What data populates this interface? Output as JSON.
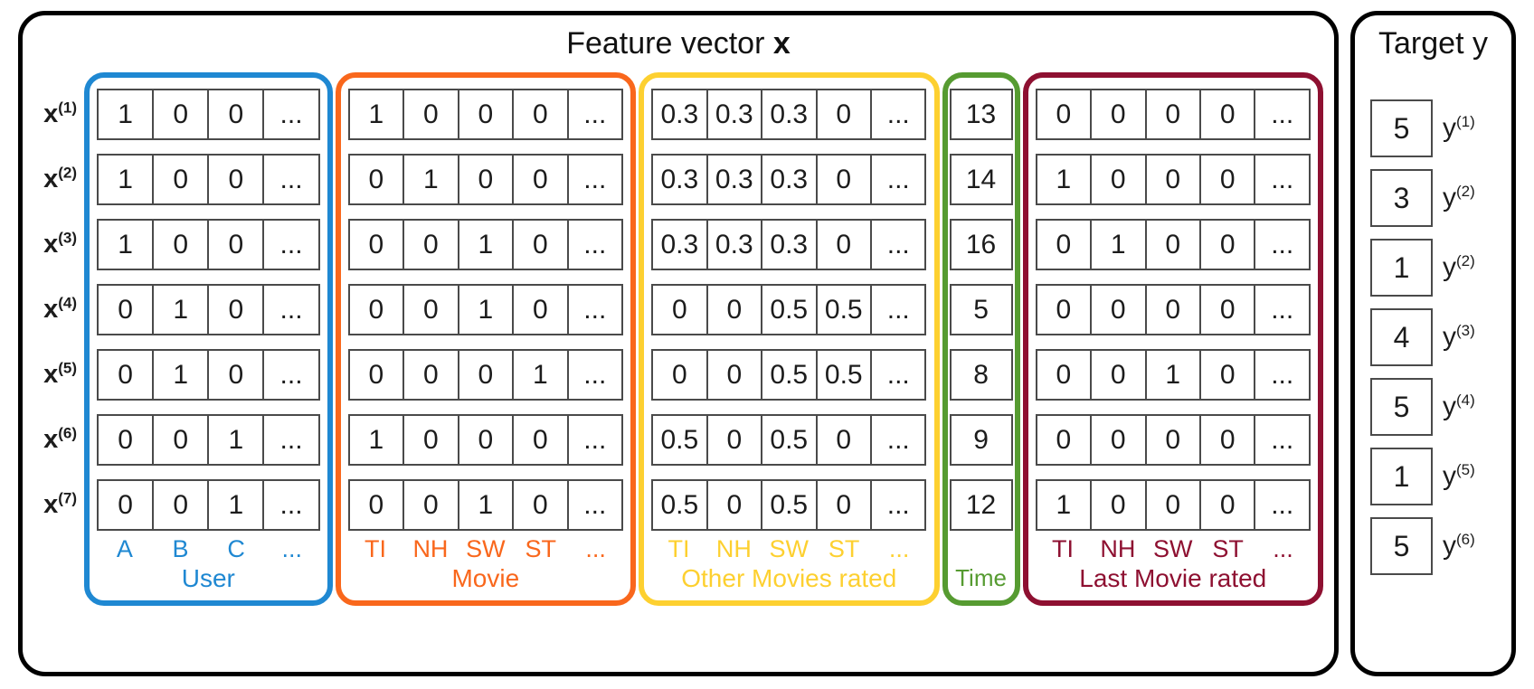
{
  "figure": {
    "main_title_prefix": "Feature vector ",
    "main_title_emphasis": "x",
    "target_title": "Target y"
  },
  "colors": {
    "blue": "#1f88d2",
    "orange": "#f9671c",
    "yellow": "#fdd030",
    "green": "#569b31",
    "maroon": "#8e1031",
    "cell_border": "#4a4a4a",
    "outline": "#000000"
  },
  "row_labels": [
    {
      "base": "x",
      "sup": "(1)"
    },
    {
      "base": "x",
      "sup": "(2)"
    },
    {
      "base": "x",
      "sup": "(3)"
    },
    {
      "base": "x",
      "sup": "(4)"
    },
    {
      "base": "x",
      "sup": "(5)"
    },
    {
      "base": "x",
      "sup": "(6)"
    },
    {
      "base": "x",
      "sup": "(7)"
    }
  ],
  "groups": [
    {
      "id": "user",
      "name": "User",
      "color_key": "blue",
      "flex": 4.05,
      "col_labels": [
        "A",
        "B",
        "C",
        "..."
      ],
      "rows": [
        [
          "1",
          "0",
          "0",
          "..."
        ],
        [
          "1",
          "0",
          "0",
          "..."
        ],
        [
          "1",
          "0",
          "0",
          "..."
        ],
        [
          "0",
          "1",
          "0",
          "..."
        ],
        [
          "0",
          "1",
          "0",
          "..."
        ],
        [
          "0",
          "0",
          "1",
          "..."
        ],
        [
          "0",
          "0",
          "1",
          "..."
        ]
      ]
    },
    {
      "id": "movie",
      "name": "Movie",
      "color_key": "orange",
      "flex": 5,
      "col_labels": [
        "TI",
        "NH",
        "SW",
        "ST",
        "..."
      ],
      "rows": [
        [
          "1",
          "0",
          "0",
          "0",
          "..."
        ],
        [
          "0",
          "1",
          "0",
          "0",
          "..."
        ],
        [
          "0",
          "0",
          "1",
          "0",
          "..."
        ],
        [
          "0",
          "0",
          "1",
          "0",
          "..."
        ],
        [
          "0",
          "0",
          "0",
          "1",
          "..."
        ],
        [
          "1",
          "0",
          "0",
          "0",
          "..."
        ],
        [
          "0",
          "0",
          "1",
          "0",
          "..."
        ]
      ]
    },
    {
      "id": "other-movies-rated",
      "name": "Other Movies rated",
      "color_key": "yellow",
      "flex": 5,
      "col_labels": [
        "TI",
        "NH",
        "SW",
        "ST",
        "..."
      ],
      "rows": [
        [
          "0.3",
          "0.3",
          "0.3",
          "0",
          "..."
        ],
        [
          "0.3",
          "0.3",
          "0.3",
          "0",
          "..."
        ],
        [
          "0.3",
          "0.3",
          "0.3",
          "0",
          "..."
        ],
        [
          "0",
          "0",
          "0.5",
          "0.5",
          "..."
        ],
        [
          "0",
          "0",
          "0.5",
          "0.5",
          "..."
        ],
        [
          "0.5",
          "0",
          "0.5",
          "0",
          "..."
        ],
        [
          "0.5",
          "0",
          "0.5",
          "0",
          "..."
        ]
      ]
    },
    {
      "id": "time",
      "name": "Time",
      "color_key": "green",
      "flex": 1.15,
      "col_labels": [],
      "rows": [
        [
          "13"
        ],
        [
          "14"
        ],
        [
          "16"
        ],
        [
          "5"
        ],
        [
          "8"
        ],
        [
          "9"
        ],
        [
          "12"
        ]
      ]
    },
    {
      "id": "last-movie-rated",
      "name": "Last Movie rated",
      "color_key": "maroon",
      "flex": 5,
      "col_labels": [
        "TI",
        "NH",
        "SW",
        "ST",
        "..."
      ],
      "rows": [
        [
          "0",
          "0",
          "0",
          "0",
          "..."
        ],
        [
          "1",
          "0",
          "0",
          "0",
          "..."
        ],
        [
          "0",
          "1",
          "0",
          "0",
          "..."
        ],
        [
          "0",
          "0",
          "0",
          "0",
          "..."
        ],
        [
          "0",
          "0",
          "1",
          "0",
          "..."
        ],
        [
          "0",
          "0",
          "0",
          "0",
          "..."
        ],
        [
          "1",
          "0",
          "0",
          "0",
          "..."
        ]
      ]
    }
  ],
  "targets": [
    {
      "value": "5",
      "base": "y",
      "sup": "(1)"
    },
    {
      "value": "3",
      "base": "y",
      "sup": "(2)"
    },
    {
      "value": "1",
      "base": "y",
      "sup": "(2)"
    },
    {
      "value": "4",
      "base": "y",
      "sup": "(3)"
    },
    {
      "value": "5",
      "base": "y",
      "sup": "(4)"
    },
    {
      "value": "1",
      "base": "y",
      "sup": "(5)"
    },
    {
      "value": "5",
      "base": "y",
      "sup": "(6)"
    }
  ]
}
